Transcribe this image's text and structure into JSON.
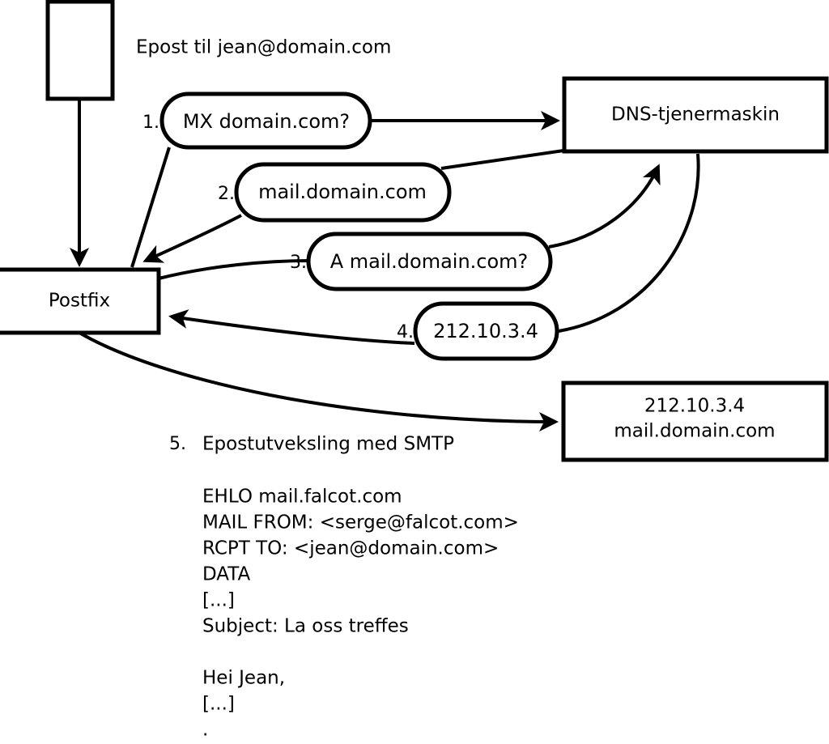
{
  "diagram": {
    "title_text": "Epost til jean@domain.com",
    "nodes": {
      "client_box": {
        "label": ""
      },
      "postfix_box": {
        "label": "Postfix"
      },
      "dns_box": {
        "label": "DNS-tjenermaskin"
      },
      "mailserver_box": {
        "line1": "212.10.3.4",
        "line2": "mail.domain.com"
      }
    },
    "steps": [
      {
        "number": "1.",
        "label": "MX domain.com?"
      },
      {
        "number": "2.",
        "label": "mail.domain.com"
      },
      {
        "number": "3.",
        "label": "A mail.domain.com?"
      },
      {
        "number": "4.",
        "label": "212.10.3.4"
      }
    ],
    "step5": {
      "number": "5.",
      "label": "Epostutveksling med SMTP"
    },
    "smtp_transcript": [
      "EHLO mail.falcot.com",
      "MAIL FROM: <serge@falcot.com>",
      "RCPT TO: <jean@domain.com>",
      "DATA",
      "[...]",
      "Subject: La oss treffes",
      "",
      "Hei Jean,",
      "[...]",
      "."
    ],
    "colors": {
      "stroke": "#000000",
      "fill": "#ffffff",
      "text": "#000000"
    }
  }
}
